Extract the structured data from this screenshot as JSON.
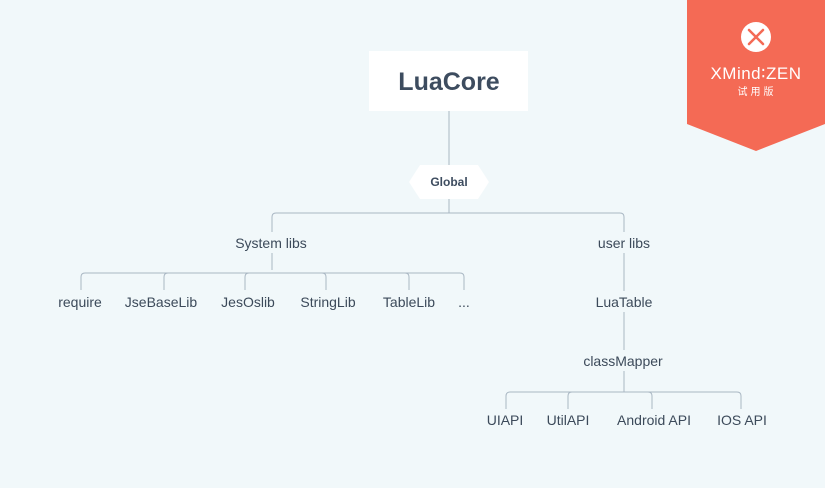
{
  "diagram": {
    "root": "LuaCore",
    "hub": "Global",
    "branches": {
      "system": "System libs",
      "user": "user libs"
    },
    "system_children": [
      "require",
      "JseBaseLib",
      "JesOslib",
      "StringLib",
      "TableLib",
      "..."
    ],
    "user_chain": [
      "LuaTable",
      "classMapper"
    ],
    "api_children": [
      "UIAPI",
      "UtilAPI",
      "Android API",
      "IOS API"
    ]
  },
  "badge": {
    "brand": "XMind∶ZEN",
    "subtitle": "试用版",
    "icon": "close-x-icon"
  },
  "colors": {
    "background": "#f1f8fa",
    "badge": "#f46a55",
    "connector": "#a9b7c3",
    "text": "#3c4a5a"
  }
}
